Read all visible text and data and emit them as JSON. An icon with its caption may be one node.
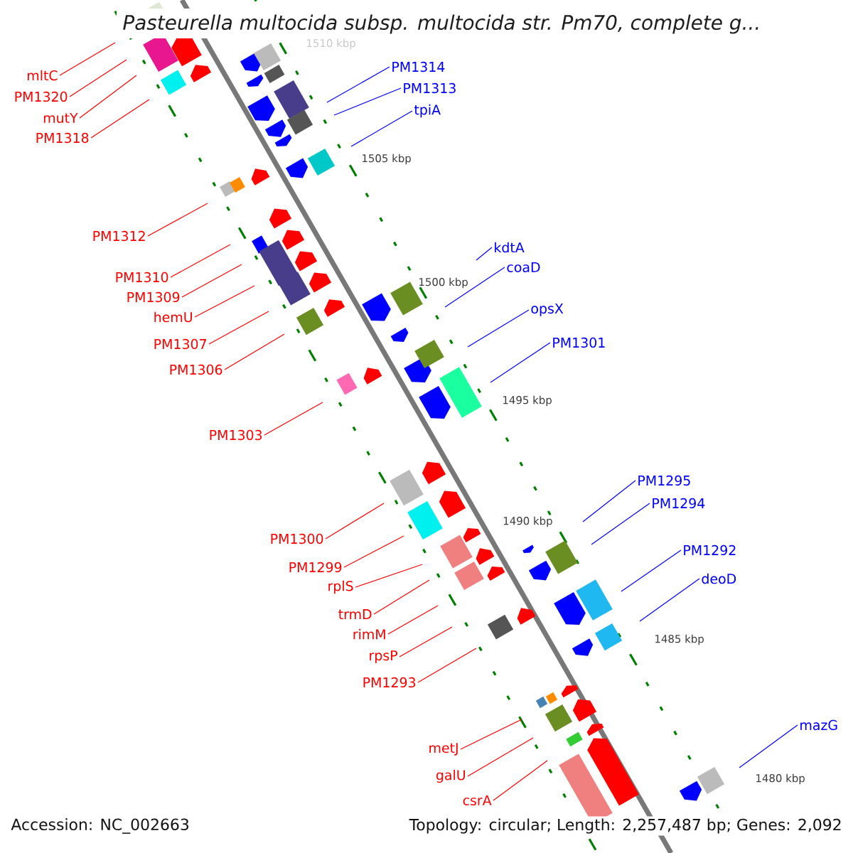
{
  "diagram": {
    "title": "*Pasteurella multocida* subsp. *multocida* str. Pm70, complete g...",
    "nodes": [
      {
        "text": [
          "PM1314"
        ]
      },
      {
        "text": [
          "mltC"
        ]
      },
      {
        "text": [
          "PM1313"
        ]
      },
      {
        "text": [
          "PM1320"
        ]
      },
      {
        "text": [
          "tpiA"
        ]
      },
      {
        "text": [
          "mutY"
        ]
      },
      {
        "text": [
          "PM1318"
        ]
      },
      {
        "text": [
          "PM1312"
        ]
      },
      {
        "text": [
          "kdtA"
        ]
      },
      {
        "text": [
          "coaD"
        ]
      },
      {
        "text": [
          "PM1310"
        ]
      },
      {
        "text": [
          "PM1309"
        ]
      },
      {
        "text": [
          "opsX"
        ]
      },
      {
        "text": [
          "hemU"
        ]
      },
      {
        "text": [
          "PM1301"
        ]
      },
      {
        "text": [
          "PM1307"
        ]
      },
      {
        "text": [
          "PM1306"
        ]
      },
      {
        "text": [
          "PM1303"
        ]
      },
      {
        "text": [
          "PM1295"
        ]
      },
      {
        "text": [
          "PM1294"
        ]
      },
      {
        "text": [
          "PM1300"
        ]
      },
      {
        "text": [
          "PM1292"
        ]
      },
      {
        "text": [
          "PM1299"
        ]
      },
      {
        "text": [
          "deoD"
        ]
      },
      {
        "text": [
          "rplS"
        ]
      },
      {
        "text": [
          "trmD"
        ]
      },
      {
        "text": [
          "rimM"
        ]
      },
      {
        "text": [
          "rpsP"
        ]
      },
      {
        "text": [
          "PM1293"
        ]
      },
      {
        "text": [
          "mazG"
        ]
      },
      {
        "text": [
          "metJ"
        ]
      },
      {
        "text": [
          "galU"
        ]
      },
      {
        "text": [
          "csrA"
        ]
      }
    ],
    "edges": [
      {
        "from": 0,
        "to": null,
        "arrow": "none",
        "color": "#0000ff"
      },
      {
        "from": 1,
        "to": null,
        "arrow": "none"
      },
      {
        "from": 2,
        "to": null,
        "arrow": "none",
        "color": "#0000ff"
      },
      {
        "from": 3,
        "to": null,
        "arrow": "none"
      },
      {
        "from": 4,
        "to": null,
        "arrow": "none",
        "color": "#0000ff"
      },
      {
        "from": 5,
        "to": null,
        "arrow": "none"
      },
      {
        "from": 6,
        "to": null,
        "arrow": "none"
      },
      {
        "from": 7,
        "to": null,
        "arrow": "none"
      },
      {
        "from": 8,
        "to": null,
        "arrow": "none",
        "color": "#0000ff"
      },
      {
        "from": 9,
        "to": null,
        "arrow": "none",
        "color": "#0000ff"
      },
      {
        "from": 10,
        "to": null,
        "arrow": "none"
      },
      {
        "from": 11,
        "to": null,
        "arrow": "none"
      },
      {
        "from": 12,
        "to": null,
        "arrow": "none",
        "color": "#0000ff"
      },
      {
        "from": 13,
        "to": null,
        "arrow": "none"
      },
      {
        "from": 14,
        "to": null,
        "arrow": "none",
        "color": "#0000ff"
      },
      {
        "from": 15,
        "to": null,
        "arrow": "none"
      },
      {
        "from": 16,
        "to": null,
        "arrow": "none"
      },
      {
        "from": 17,
        "to": null,
        "arrow": "none"
      },
      {
        "from": 18,
        "to": null,
        "arrow": "none",
        "color": "#0000ff"
      },
      {
        "from": 19,
        "to": null,
        "arrow": "none",
        "color": "#0000ff"
      },
      {
        "from": 20,
        "to": null,
        "arrow": "none"
      },
      {
        "from": 21,
        "to": null,
        "arrow": "none",
        "color": "#0000ff"
      },
      {
        "from": 22,
        "to": null,
        "arrow": "none"
      },
      {
        "from": 23,
        "to": null,
        "arrow": "none",
        "color": "#0000ff"
      },
      {
        "from": 24,
        "to": null,
        "arrow": "none"
      },
      {
        "from": 25,
        "to": null,
        "arrow": "none"
      },
      {
        "from": 26,
        "to": null,
        "arrow": "none"
      },
      {
        "from": 27,
        "to": null,
        "arrow": "none"
      },
      {
        "from": 28,
        "to": null,
        "arrow": "none"
      },
      {
        "from": 29,
        "to": null,
        "arrow": "none",
        "color": "#0000ff"
      },
      {
        "from": 30,
        "to": null,
        "arrow": "none"
      },
      {
        "from": 31,
        "to": null,
        "arrow": "none"
      },
      {
        "from": 32,
        "to": null,
        "arrow": "none"
      }
    ],
    "labels": [
      "1510 kbp",
      "1505 kbp",
      "1500 kbp",
      "1495 kbp",
      "1490 kbp",
      "1485 kbp",
      "1480 kbp",
      "Accession: NC_002663",
      "Topology: circular; Length: 2,257,487 bp; Genes: 2,092"
    ]
  }
}
